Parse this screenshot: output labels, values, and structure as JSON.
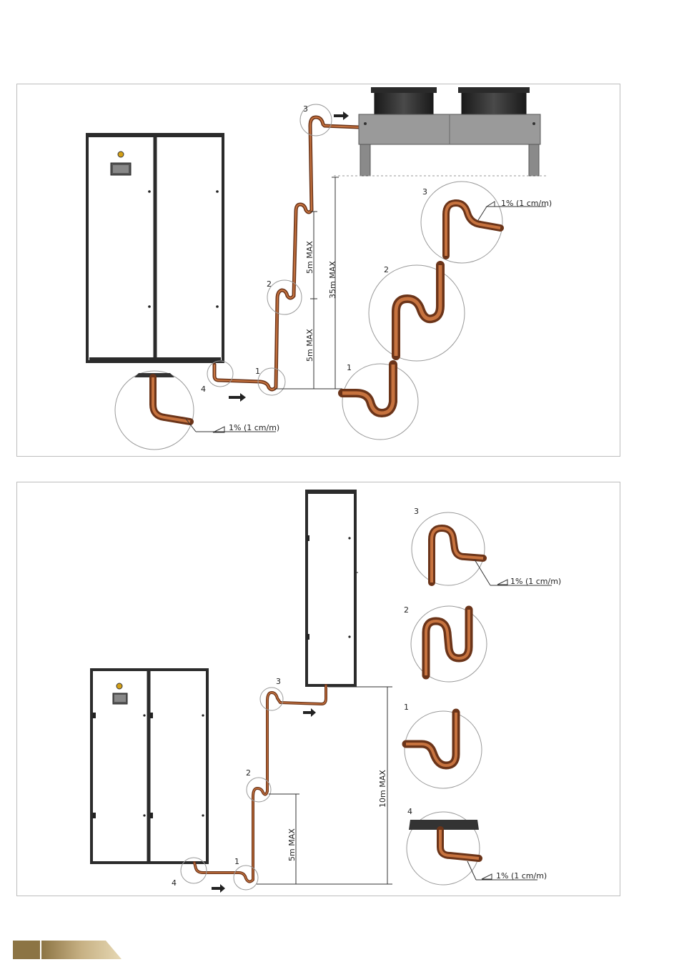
{
  "top_diagram": {
    "callouts": [
      "1",
      "2",
      "3",
      "4"
    ],
    "dimensions": {
      "lower_rise": "5m MAX",
      "upper_rise": "5m MAX",
      "total_rise": "35m MAX"
    },
    "slope_labels": {
      "detail_3": "1% (1 cm/m)",
      "detail_4": "1% (1 cm/m)"
    }
  },
  "bottom_diagram": {
    "callouts": [
      "1",
      "2",
      "3",
      "4"
    ],
    "dimensions": {
      "lower_rise": "5m MAX",
      "total_rise": "10m MAX"
    },
    "slope_labels": {
      "detail_3": "1% (1 cm/m)",
      "detail_4": "1% (1 cm/m)"
    }
  },
  "colors": {
    "pipe": "#a0522d",
    "pipe_dark": "#6b3419",
    "frame": "#2b2b2b",
    "footer_gold": "#b8a06a"
  }
}
